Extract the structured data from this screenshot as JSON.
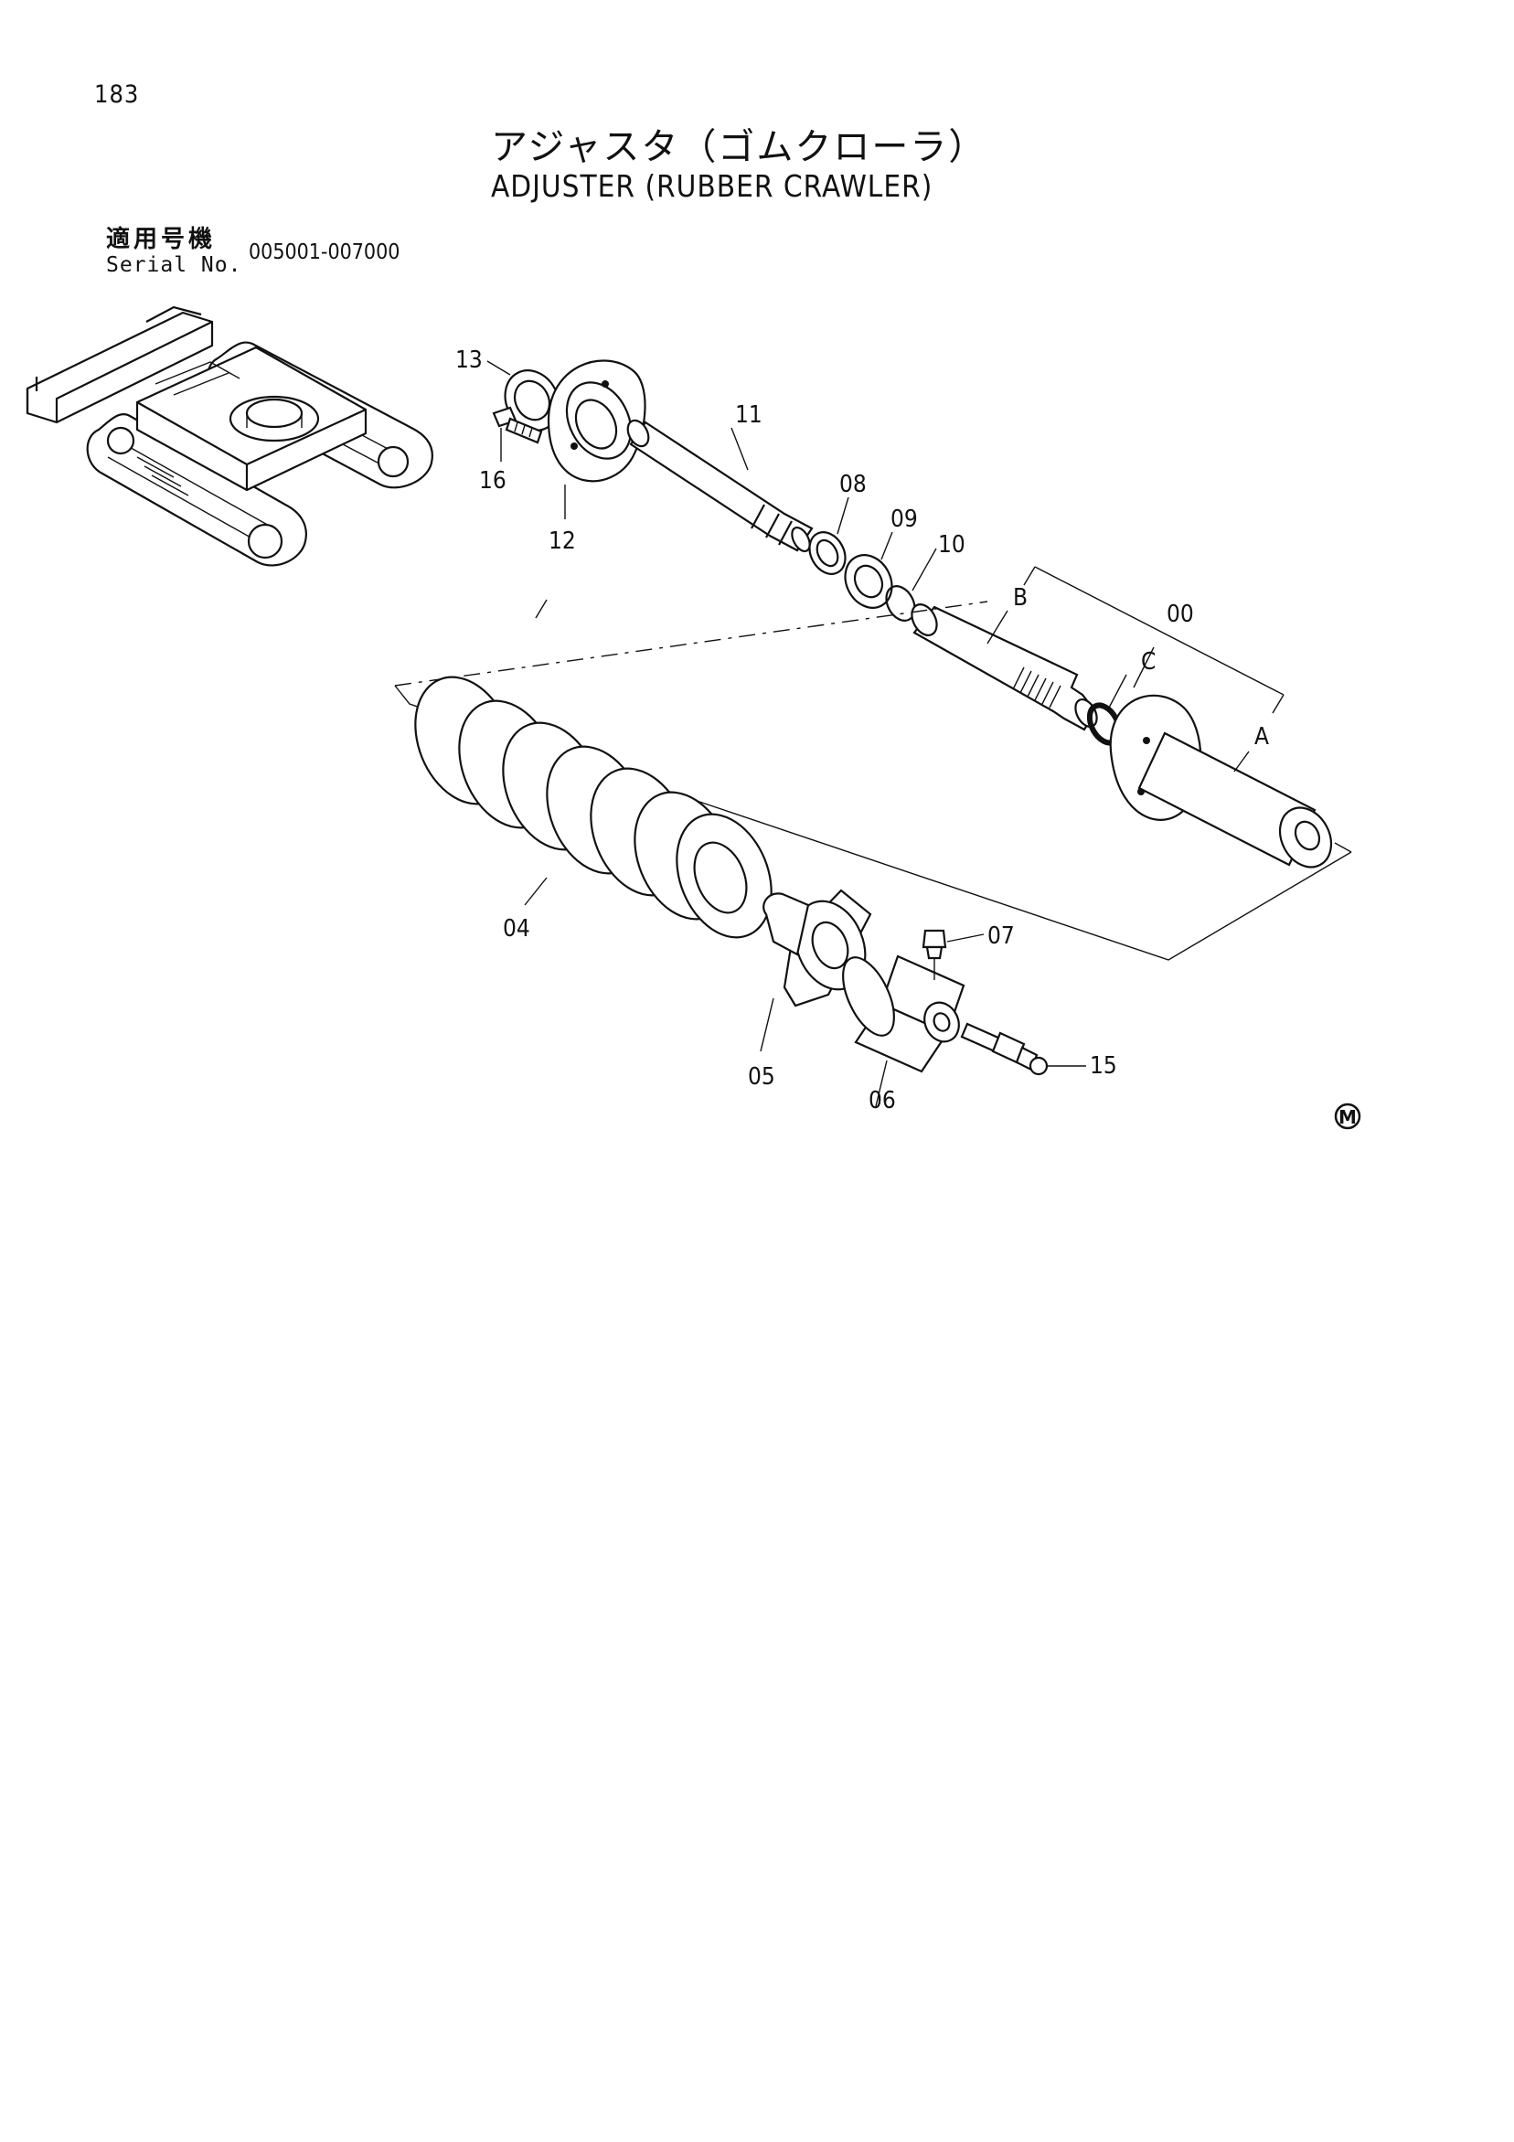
{
  "header": {
    "page_number": "183",
    "title_jp": "アジャスタ（ゴムクローラ）",
    "title_en": "ADJUSTER (RUBBER CRAWLER)"
  },
  "serial": {
    "label_jp": "適用号機",
    "label_en": "Serial No.",
    "range": "005001-007000"
  },
  "callouts": {
    "p13": "13",
    "p16": "16",
    "p12": "12",
    "p11": "11",
    "p08": "08",
    "p09": "09",
    "p10": "10",
    "pB": "B",
    "p00": "00",
    "pC": "C",
    "pA": "A",
    "p04": "04",
    "p07": "07",
    "p05": "05",
    "p06": "06",
    "p15": "15"
  },
  "mark": "M"
}
